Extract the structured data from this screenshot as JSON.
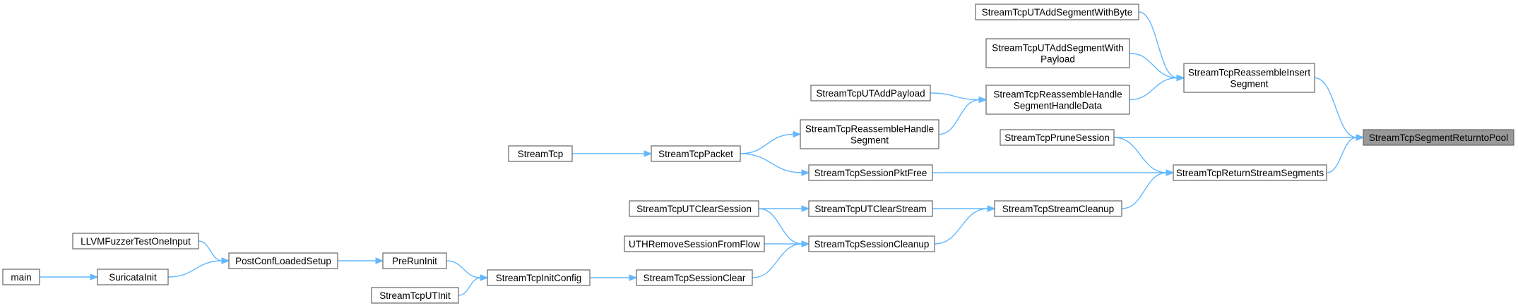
{
  "graph": {
    "root": "StreamTcpSegmentReturntoPool",
    "nodes": [
      {
        "id": "n_root",
        "lines": [
          "StreamTcpSegmentReturntoPool"
        ],
        "root": true
      },
      {
        "id": "n_ins",
        "lines": [
          "StreamTcpReassembleInsert",
          "Segment"
        ]
      },
      {
        "id": "n_prune",
        "lines": [
          "StreamTcpPruneSession"
        ]
      },
      {
        "id": "n_ret",
        "lines": [
          "StreamTcpReturnStreamSegments"
        ]
      },
      {
        "id": "n_addbyte",
        "lines": [
          "StreamTcpUTAddSegmentWithByte"
        ]
      },
      {
        "id": "n_addpay",
        "lines": [
          "StreamTcpUTAddSegmentWith",
          "Payload"
        ]
      },
      {
        "id": "n_hdata",
        "lines": [
          "StreamTcpReassembleHandle",
          "SegmentHandleData"
        ]
      },
      {
        "id": "n_utpay",
        "lines": [
          "StreamTcpUTAddPayload"
        ]
      },
      {
        "id": "n_hseg",
        "lines": [
          "StreamTcpReassembleHandle",
          "Segment"
        ]
      },
      {
        "id": "n_packet",
        "lines": [
          "StreamTcpPacket"
        ]
      },
      {
        "id": "n_tcp",
        "lines": [
          "StreamTcp"
        ]
      },
      {
        "id": "n_pktfree",
        "lines": [
          "StreamTcpSessionPktFree"
        ]
      },
      {
        "id": "n_scleanup",
        "lines": [
          "StreamTcpStreamCleanup"
        ]
      },
      {
        "id": "n_utcs",
        "lines": [
          "StreamTcpUTClearStream"
        ]
      },
      {
        "id": "n_sesscl",
        "lines": [
          "StreamTcpSessionCleanup"
        ]
      },
      {
        "id": "n_utclsess",
        "lines": [
          "StreamTcpUTClearSession"
        ]
      },
      {
        "id": "n_uthrem",
        "lines": [
          "UTHRemoveSessionFromFlow"
        ]
      },
      {
        "id": "n_sessclear",
        "lines": [
          "StreamTcpSessionClear"
        ]
      },
      {
        "id": "n_initcfg",
        "lines": [
          "StreamTcpInitConfig"
        ]
      },
      {
        "id": "n_utinit",
        "lines": [
          "StreamTcpUTInit"
        ]
      },
      {
        "id": "n_prerun",
        "lines": [
          "PreRunInit"
        ]
      },
      {
        "id": "n_postconf",
        "lines": [
          "PostConfLoadedSetup"
        ]
      },
      {
        "id": "n_fuzz",
        "lines": [
          "LLVMFuzzerTestOneInput"
        ]
      },
      {
        "id": "n_suri",
        "lines": [
          "SuricataInit"
        ]
      },
      {
        "id": "n_main",
        "lines": [
          "main"
        ]
      }
    ],
    "edges": [
      {
        "from": "n_ins",
        "to": "n_root"
      },
      {
        "from": "n_prune",
        "to": "n_root"
      },
      {
        "from": "n_ret",
        "to": "n_root"
      },
      {
        "from": "n_addbyte",
        "to": "n_ins"
      },
      {
        "from": "n_addpay",
        "to": "n_ins"
      },
      {
        "from": "n_hdata",
        "to": "n_ins"
      },
      {
        "from": "n_utpay",
        "to": "n_hdata"
      },
      {
        "from": "n_hseg",
        "to": "n_hdata"
      },
      {
        "from": "n_packet",
        "to": "n_hseg"
      },
      {
        "from": "n_tcp",
        "to": "n_packet"
      },
      {
        "from": "n_prune",
        "to": "n_ret"
      },
      {
        "from": "n_pktfree",
        "to": "n_ret"
      },
      {
        "from": "n_packet",
        "to": "n_pktfree"
      },
      {
        "from": "n_scleanup",
        "to": "n_ret"
      },
      {
        "from": "n_utcs",
        "to": "n_scleanup"
      },
      {
        "from": "n_sesscl",
        "to": "n_scleanup"
      },
      {
        "from": "n_utclsess",
        "to": "n_utcs"
      },
      {
        "from": "n_utclsess",
        "to": "n_sesscl"
      },
      {
        "from": "n_uthrem",
        "to": "n_sesscl"
      },
      {
        "from": "n_sessclear",
        "to": "n_sesscl"
      },
      {
        "from": "n_initcfg",
        "to": "n_sessclear"
      },
      {
        "from": "n_utinit",
        "to": "n_initcfg"
      },
      {
        "from": "n_prerun",
        "to": "n_initcfg"
      },
      {
        "from": "n_postconf",
        "to": "n_prerun"
      },
      {
        "from": "n_fuzz",
        "to": "n_postconf"
      },
      {
        "from": "n_suri",
        "to": "n_postconf"
      },
      {
        "from": "n_main",
        "to": "n_suri"
      }
    ]
  }
}
